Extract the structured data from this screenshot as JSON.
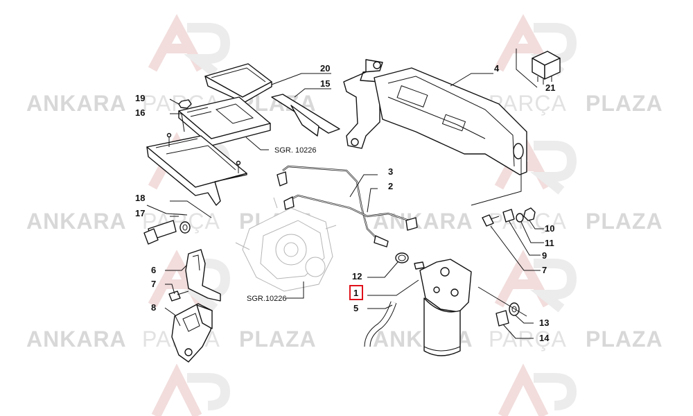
{
  "watermark": {
    "word1": "ANKARA",
    "word2": "PARÇA",
    "word3": "PLAZA"
  },
  "callouts": [
    "1",
    "2",
    "3",
    "4",
    "5",
    "6",
    "7",
    "7",
    "8",
    "9",
    "10",
    "11",
    "12",
    "13",
    "14",
    "15",
    "16",
    "17",
    "18",
    "19",
    "20",
    "21"
  ],
  "reference_labels": [
    "SGR. 10226",
    "SGR.10226"
  ],
  "highlighted_callout": "1",
  "colors": {
    "highlight": "#e0101a",
    "lines": "#111111",
    "watermark_text": "#d8d8d8",
    "watermark_logo": "#f2dcdc"
  }
}
